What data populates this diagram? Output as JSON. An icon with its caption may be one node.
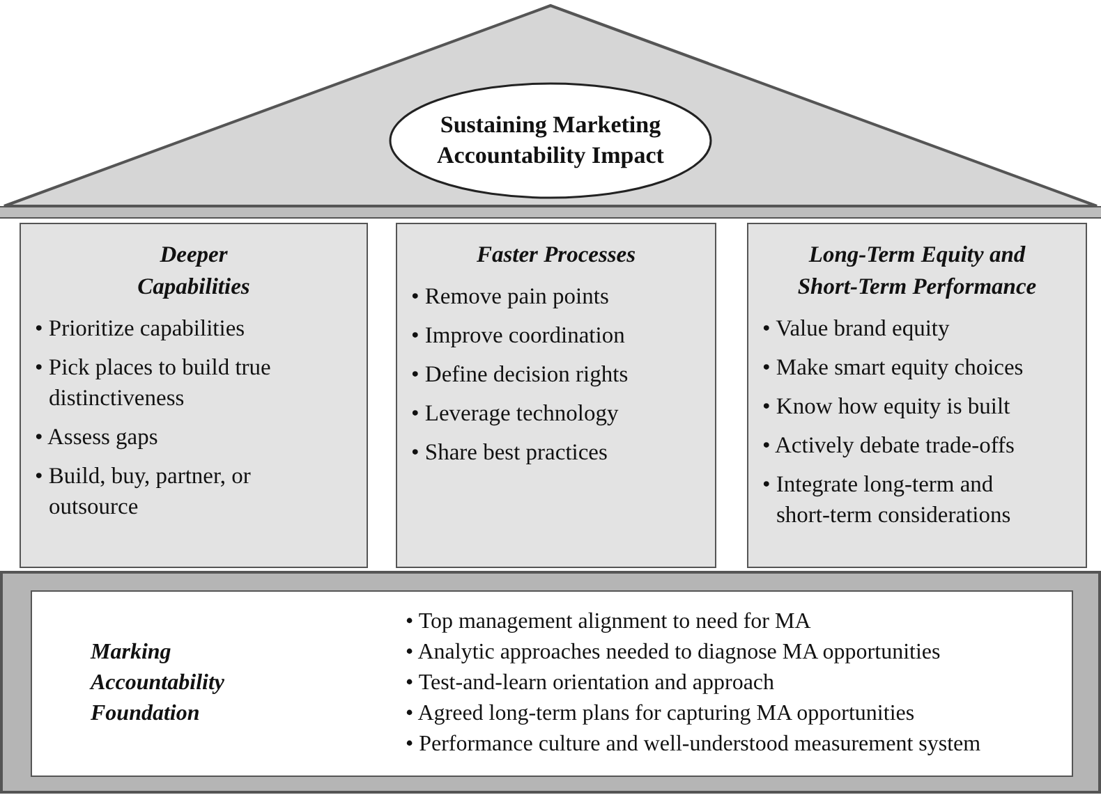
{
  "diagram": {
    "nodes": [
      {
        "text": [],
        "shape": "triangle"
      },
      {
        "text": [
          "Sustaining Marketing Accountability Impact"
        ],
        "in": 0
      },
      {
        "text": [
          "Deeper Capabilities",
          "• Prioritize capabilities",
          "• Pick places to build true distinctiveness",
          "• Assess gaps",
          "• Build, buy, partner, or outsource"
        ]
      },
      {
        "text": [
          "Faster Processes",
          "• Remove pain points",
          "• Improve coordination",
          "• Define decision rights",
          "• Leverage technology",
          "• Share best practices"
        ]
      },
      {
        "text": [
          "Long-Term Equity and Short-Term Performance",
          "• Value brand equity",
          "• Make smart equity choices",
          "• Know how equity is built",
          "• Actively debate trade-offs",
          "• Integrate long-term and short-term considerations"
        ]
      },
      {
        "text": [],
        "shape": "box"
      },
      {
        "text": [
          "Marking Accountability Foundation",
          "• Top management alignment to need for MA",
          "• Analytic approaches needed to diagnose MA opportunities",
          "• Test-and-learn orientation and approach",
          "• Agreed long-term plans for capturing MA opportunities",
          "• Performance culture and well-understood measurement system"
        ],
        "in": 5
      }
    ]
  }
}
